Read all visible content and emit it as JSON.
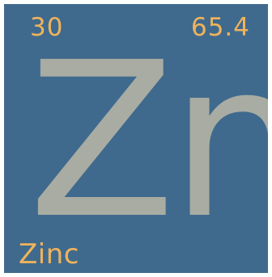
{
  "element": {
    "atomic_number": "30",
    "atomic_mass": "65.4",
    "symbol": "Zn",
    "name": "Zinc"
  },
  "colors": {
    "tile_background": "#3f6a8d",
    "accent_text": "#f0b35c",
    "symbol_text": "#a9aca3"
  }
}
